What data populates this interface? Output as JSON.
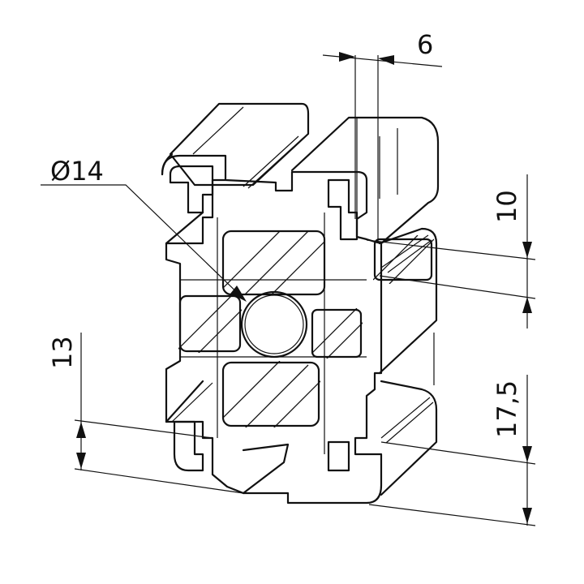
{
  "dimensions": {
    "top_slot_width": "6",
    "diameter": "Ø14",
    "right_upper": "10",
    "right_lower": "17,5",
    "left": "13"
  }
}
